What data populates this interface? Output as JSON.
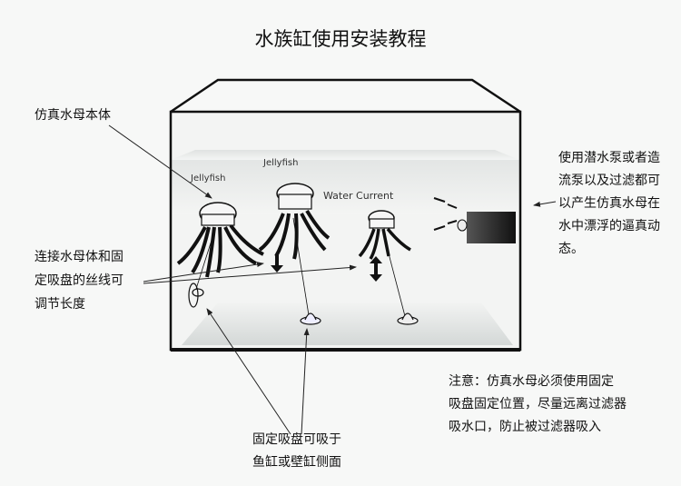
{
  "title": "水族缸使用安装教程",
  "labels": {
    "jellyfish_body": "仿真水母本体",
    "thread": [
      "连接水母体和固",
      "定吸盘的丝线可",
      "调节长度"
    ],
    "pump": [
      "使用潜水泵或者造",
      "流泵以及过滤都可",
      "以产生仿真水母在",
      "水中漂浮的逼真动",
      "态。"
    ],
    "notice": [
      "注意：仿真水母必须使用固定",
      "吸盘固定位置，尽量远离过滤器",
      "吸水口，防止被过滤器吸入"
    ],
    "suction": [
      "固定吸盘可吸于",
      "鱼缸或壁缸侧面"
    ]
  },
  "diagram": {
    "jellyfish_1": "Jellyfish",
    "jellyfish_2": "Jellyfish",
    "water_current": "Water Current"
  }
}
